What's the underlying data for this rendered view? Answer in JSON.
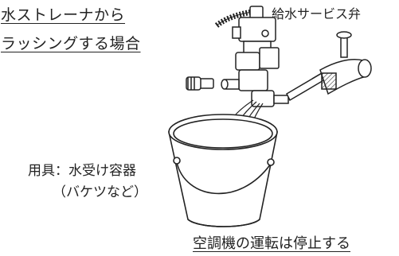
{
  "title": {
    "line1": "水ストレーナから",
    "line2": "ラッシングする場合"
  },
  "labels": {
    "supply_valve": "給水サービス弁",
    "tools_line1": "用具：水受け容器",
    "tools_line2": "（バケツなど）",
    "note": "空調機の運転は停止する"
  }
}
